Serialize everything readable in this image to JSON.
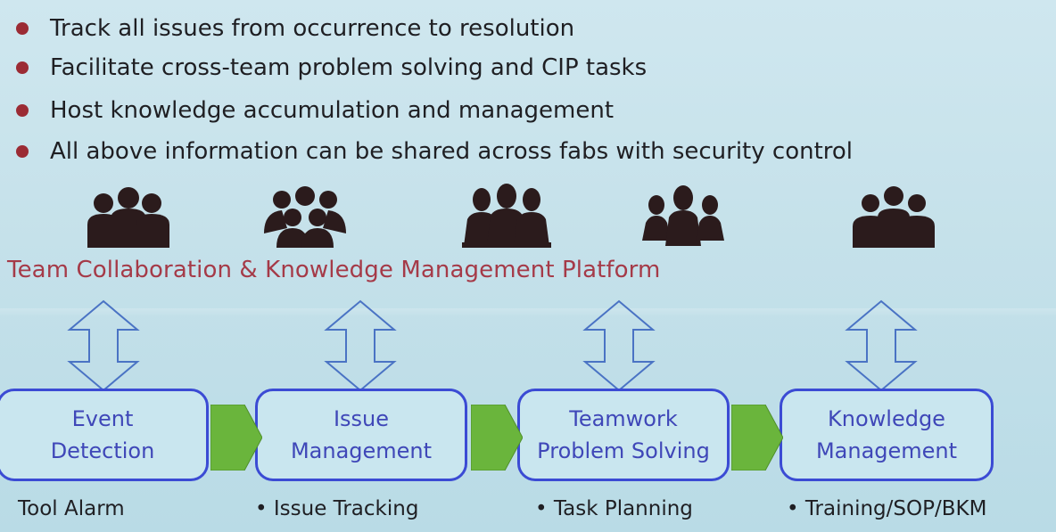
{
  "bullets": [
    "Track all issues from occurrence to resolution",
    "Facilitate cross-team problem solving and CIP tasks",
    "Host knowledge accumulation and management",
    "All above information can be shared across fabs with security control"
  ],
  "platform_title": "Team Collaboration & Knowledge Management Platform",
  "icons": [
    "people-group-icon",
    "people-group-icon",
    "people-group-icon",
    "people-group-icon",
    "people-group-icon"
  ],
  "stages": [
    {
      "label": "Event\nDetection",
      "caption": "Tool Alarm"
    },
    {
      "label": "Issue\nManagement",
      "caption": "• Issue Tracking"
    },
    {
      "label": "Teamwork\nProblem Solving",
      "caption": "• Task Planning"
    },
    {
      "label": "Knowledge\nManagement",
      "caption": "• Training/SOP/BKM"
    }
  ],
  "colors": {
    "background": "#c5e1ea",
    "bullet_dot": "#9b2b34",
    "platform_title": "#a53a48",
    "stage_border": "#3b4bd4",
    "stage_text": "#3f47b8",
    "chevron": "#6ab53c",
    "icon": "#2b1b1c"
  }
}
